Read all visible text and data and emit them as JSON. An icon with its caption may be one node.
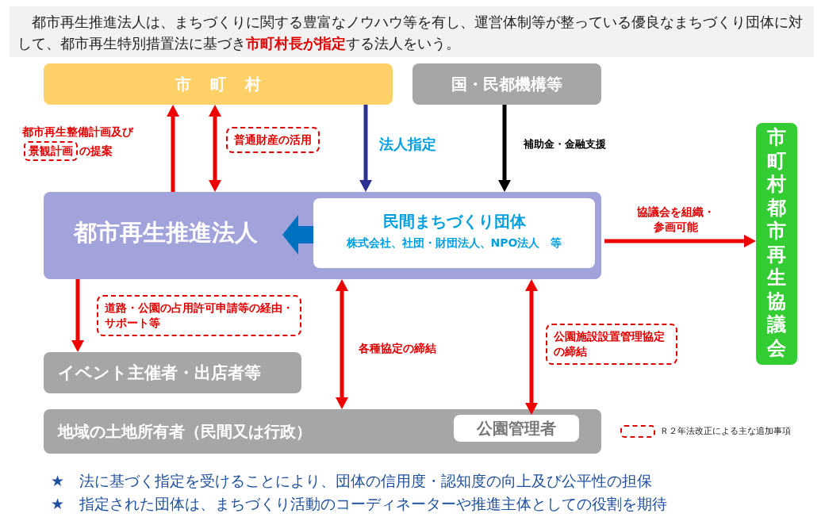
{
  "diagram": {
    "nodes": [
      {
        "text": [
          "都市再生推進法人は、まちづくりに関する豊富なノウハウ等を有し、運営体制等が整っている優良なまちづくり団体に対して、都市再生特別措置法に基づき**市町村長が指定**する法人をいう。"
        ]
      },
      {
        "text": [
          "市町村"
        ]
      },
      {
        "text": [
          "国・民都機構等"
        ]
      },
      {
        "text": [
          "市町村都市再生協議会"
        ]
      },
      {
        "text": [
          "都市再生推進法人"
        ]
      },
      {
        "text": [
          "民間まちづくり団体",
          "株式会社、社団・財団法人、NPO法人　等"
        ],
        "in": 4
      },
      {
        "text": [
          "イベント主催者・出店者等"
        ]
      },
      {
        "text": [
          "地域の土地所有者（民間又は行政）"
        ]
      },
      {
        "text": [
          "公園管理者"
        ],
        "in": 7
      }
    ],
    "edges": [
      {
        "from": 4,
        "to": 1,
        "arrow": "to",
        "label": "都市再生整備計画及び**景観計画**の提案"
      },
      {
        "from": 4,
        "to": 1,
        "arrow": "both",
        "label": "普通財産の活用"
      },
      {
        "from": 1,
        "to": 4,
        "arrow": "to",
        "label": "法人指定",
        "color": "#2e3192"
      },
      {
        "from": 2,
        "to": 4,
        "arrow": "to",
        "label": "補助金・金融支援",
        "color": "#000000"
      },
      {
        "from": 5,
        "to": 4,
        "arrow": "to",
        "style": "thick",
        "color": "#0070c0"
      },
      {
        "from": 4,
        "to": 3,
        "arrow": "to",
        "label": "協議会を組織・参画可能"
      },
      {
        "from": 4,
        "to": 6,
        "arrow": "to",
        "label": "道路・公園の占用許可申請等の経由・サポート等"
      },
      {
        "from": 4,
        "to": 7,
        "arrow": "both",
        "label": "各種協定の締結"
      },
      {
        "from": 4,
        "to": 8,
        "arrow": "both",
        "label": "公園施設設置管理協定の締結"
      }
    ],
    "labels": [
      "★　法に基づく指定を受けることにより、団体の信用度・認知度の向上及び公平性の担保",
      "★　指定された団体は、まちづくり活動のコーディネーターや推進主体としての役割を期待"
    ],
    "legend": [
      {
        "text": "Ｒ２年法改正による主な追加事項"
      }
    ]
  }
}
